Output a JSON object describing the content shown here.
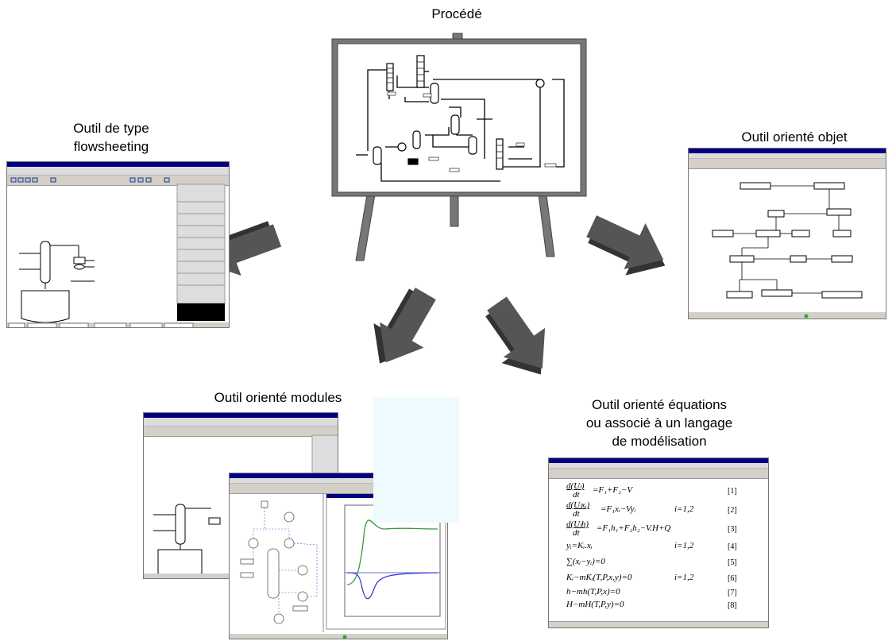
{
  "labels": {
    "process": "Procédé",
    "flowsheeting_line1": "Outil de type",
    "flowsheeting_line2": "flowsheeting",
    "object_oriented": "Outil orienté objet",
    "modules_oriented": "Outil orienté modules",
    "equations_line1": "Outil orienté équations",
    "equations_line2": "ou associé à un langage",
    "equations_line3": "de modélisation"
  },
  "equations": [
    {
      "lhs": "d(Uₗ)",
      "rhs": "=F₁+F₂−V",
      "den": "dt",
      "cond": "",
      "num": "[1]"
    },
    {
      "lhs": "d(Uₗxᵢ)",
      "rhs": "=F₁xᵢ−Vyᵢ",
      "den": "dt",
      "cond": "i=1,2",
      "num": "[2]"
    },
    {
      "lhs": "d(Uₗh)",
      "rhs": "=F₁h₁+F₂h₂−V.H+Q",
      "den": "dt",
      "cond": "",
      "num": "[3]"
    },
    {
      "lhs": "yᵢ=Kᵢ.xᵢ",
      "rhs": "",
      "den": "",
      "cond": "i=1,2",
      "num": "[4]"
    },
    {
      "lhs": "∑(xᵢ−yᵢ)=0",
      "rhs": "",
      "den": "",
      "cond": "",
      "num": "[5]"
    },
    {
      "lhs": "Kᵢ−mKᵢ(T,P,x,y)=0",
      "rhs": "",
      "den": "",
      "cond": "i=1,2",
      "num": "[6]"
    },
    {
      "lhs": "h−mh(T,P,x)=0",
      "rhs": "",
      "den": "",
      "cond": "",
      "num": "[7]"
    },
    {
      "lhs": "H−mH(T,P,y)=0",
      "rhs": "",
      "den": "",
      "cond": "",
      "num": "[8]"
    }
  ],
  "colors": {
    "arrow": "#555555",
    "arrow_shadow": "#333333",
    "titlebar": "#000080",
    "plot_green": "#3a9a3a",
    "plot_blue": "#3c3ccf",
    "panel_cyan": "#eefafd"
  }
}
